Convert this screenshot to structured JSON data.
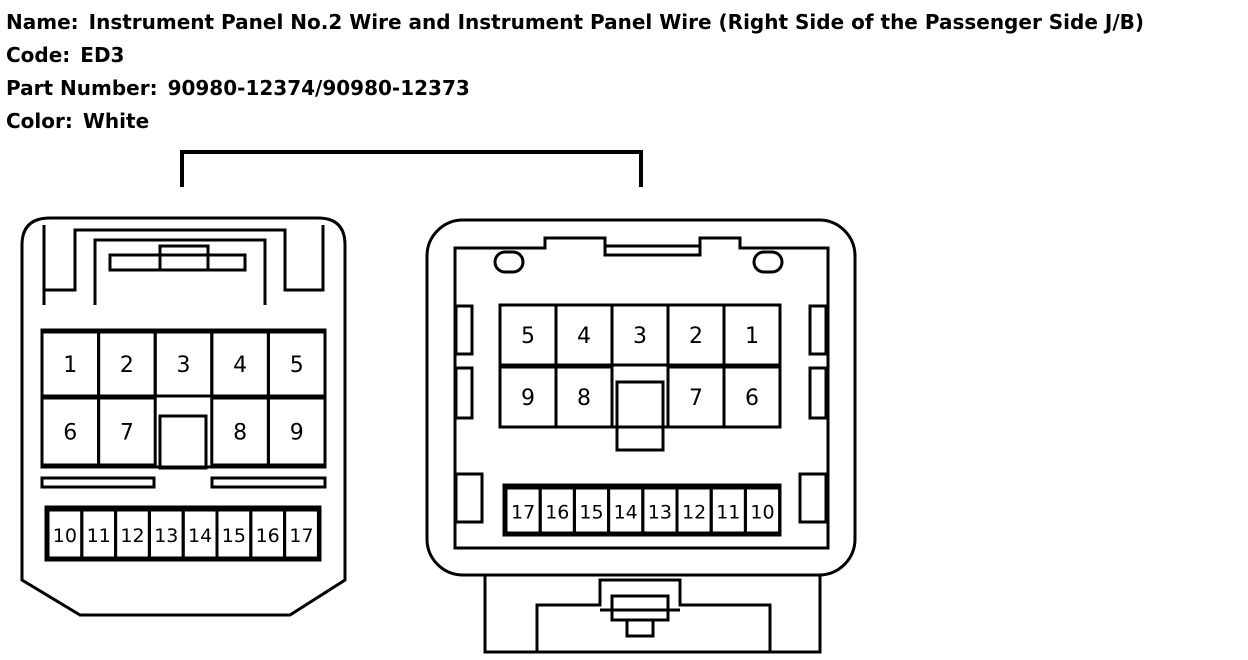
{
  "info": {
    "name_label": "Name:",
    "name_value": "Instrument Panel No.2 Wire and Instrument Panel Wire (Right Side of the Passenger Side J/B)",
    "code_label": "Code:",
    "code_value": "ED3",
    "part_label": "Part Number:",
    "part_value": "90980-12374/90980-12373",
    "color_label": "Color:",
    "color_value": "White"
  },
  "left_connector": {
    "row1": [
      "1",
      "2",
      "3",
      "4",
      "5"
    ],
    "row2": [
      "6",
      "7",
      "8",
      "9"
    ],
    "bottom": [
      "10",
      "11",
      "12",
      "13",
      "14",
      "15",
      "16",
      "17"
    ]
  },
  "right_connector": {
    "row1": [
      "5",
      "4",
      "3",
      "2",
      "1"
    ],
    "row2": [
      "9",
      "8",
      "7",
      "6"
    ],
    "bottom": [
      "17",
      "16",
      "15",
      "14",
      "13",
      "12",
      "11",
      "10"
    ]
  }
}
